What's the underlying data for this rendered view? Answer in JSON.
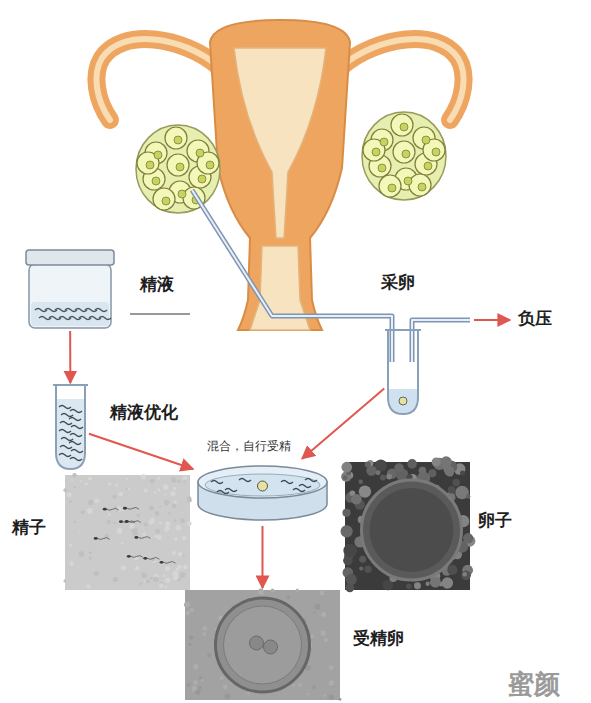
{
  "diagram": {
    "nodes": [
      {
        "text": [
          "精液"
        ]
      },
      {
        "text": [
          "采卵"
        ]
      },
      {
        "text": [
          "精液优化"
        ]
      },
      {
        "text": [
          "混合，自行受精"
        ]
      },
      {
        "text": [
          "精子"
        ]
      },
      {
        "text": [
          "卵子"
        ]
      },
      {
        "text": [
          "受精卵"
        ]
      }
    ],
    "edges": [
      {
        "from": 0,
        "to": 2,
        "arrow": "to"
      },
      {
        "from": 2,
        "to": 3,
        "arrow": "to"
      },
      {
        "from": 1,
        "to": 3,
        "arrow": "to"
      },
      {
        "from": 3,
        "to": 6,
        "arrow": "to"
      }
    ],
    "labels": [
      "负压",
      "蜜颜"
    ]
  }
}
